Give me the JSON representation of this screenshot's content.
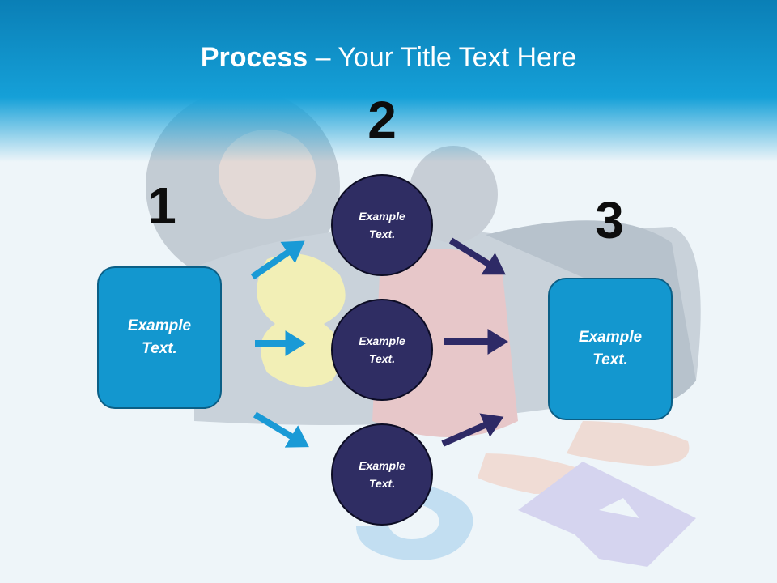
{
  "title": {
    "bold": "Process",
    "rest": " – Your Title Text Here"
  },
  "steps": {
    "one": "1",
    "two": "2",
    "three": "3"
  },
  "left_box": {
    "text": "Example Text."
  },
  "right_box": {
    "text": "Example Text."
  },
  "circles": [
    {
      "text": "Example Text."
    },
    {
      "text": "Example Text."
    },
    {
      "text": "Example Text."
    }
  ],
  "colors": {
    "box": "#1397cf",
    "circle": "#2f2d63",
    "arrow_light": "#1a9ad6",
    "arrow_dark": "#2e2a66",
    "title_band": "#15a0d8"
  }
}
